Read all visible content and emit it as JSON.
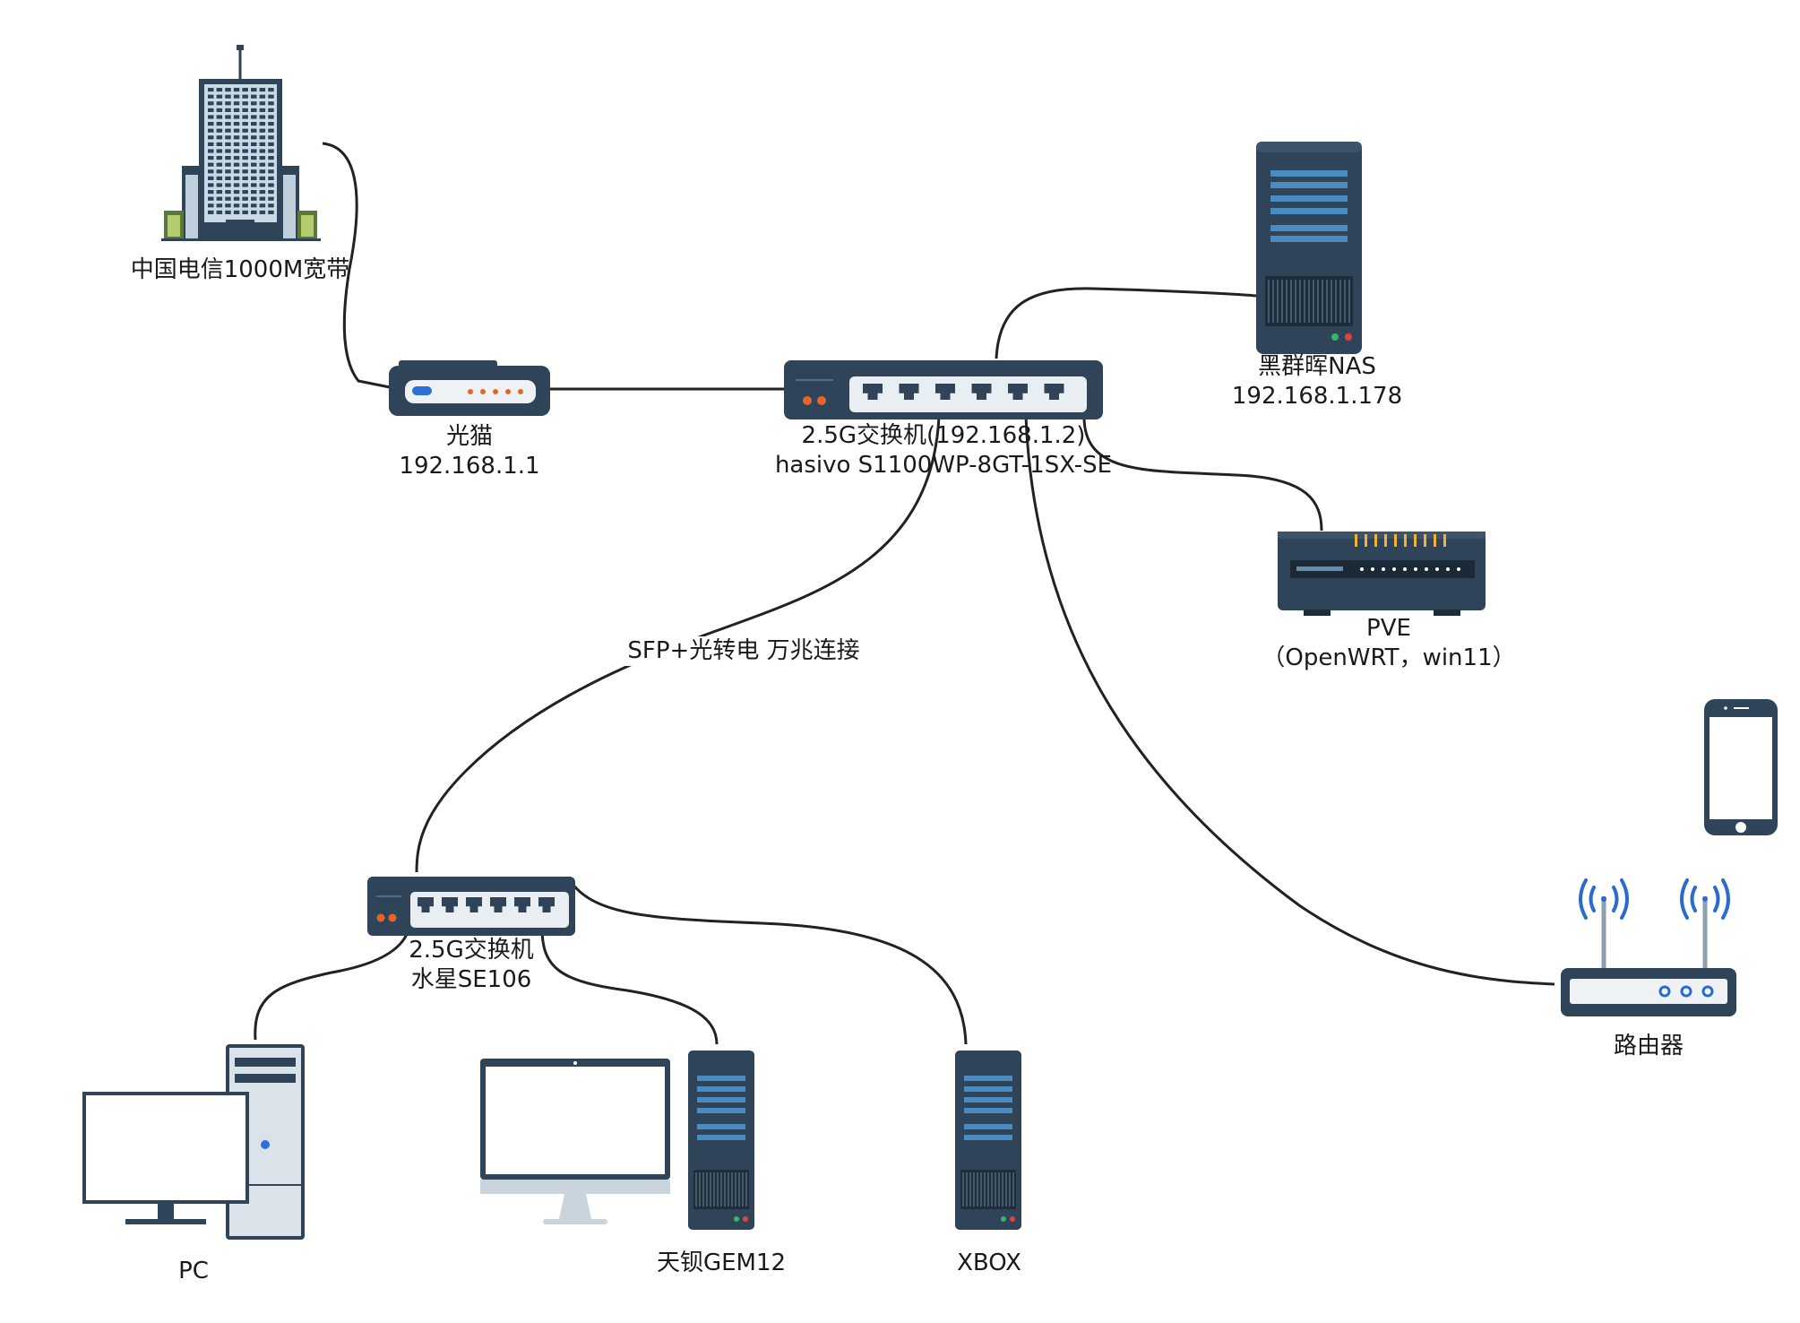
{
  "nodes": {
    "telecom": {
      "label": "中国电信1000M宽带"
    },
    "modem": {
      "line1": "光猫",
      "line2": "192.168.1.1"
    },
    "main_switch": {
      "line1": "2.5G交换机(192.168.1.2)",
      "line2": "hasivo S1100WP-8GT-1SX-SE"
    },
    "nas": {
      "line1": "黑群晖NAS",
      "line2": "192.168.1.178"
    },
    "pve": {
      "line1": "PVE",
      "line2": "（OpenWRT，win11）"
    },
    "sub_switch": {
      "line1": "2.5G交换机",
      "line2": "水星SE106"
    },
    "pc": {
      "label": "PC"
    },
    "gem12": {
      "label": "天钡GEM12"
    },
    "xbox": {
      "label": "XBOX"
    },
    "router": {
      "label": "路由器"
    },
    "phone": {
      "label": ""
    }
  },
  "links": {
    "sfp_label": "SFP+光转电 万兆连接"
  },
  "colors": {
    "device_dark": "#2f4458",
    "device_panel": "#e9eef3",
    "port": "#2f4458",
    "led_orange": "#e2662b",
    "led_blue": "#2e6fd8",
    "wifi_blue": "#2b6bd1",
    "line": "#222222",
    "server_blue": "#3f7fae"
  }
}
